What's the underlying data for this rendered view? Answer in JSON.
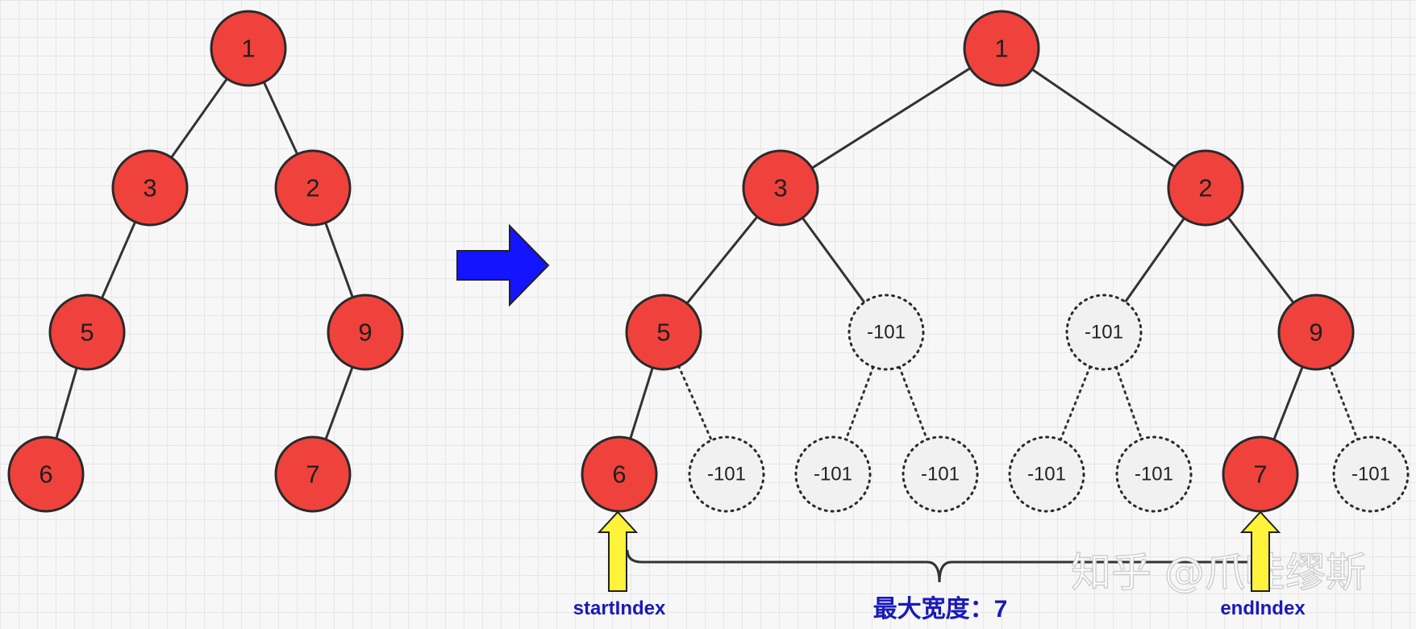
{
  "colors": {
    "node_fill": "#f0423c",
    "null_fill": "#f1f1f1",
    "edge": "#333333",
    "arrow": "#1414ff",
    "pointer": "#fff23a",
    "label": "#1a1ab8"
  },
  "left_tree": {
    "nodes": [
      {
        "id": "1",
        "label": "1"
      },
      {
        "id": "3",
        "label": "3"
      },
      {
        "id": "2",
        "label": "2"
      },
      {
        "id": "5",
        "label": "5"
      },
      {
        "id": "9",
        "label": "9"
      },
      {
        "id": "6",
        "label": "6"
      },
      {
        "id": "7",
        "label": "7"
      }
    ],
    "edges": [
      [
        "1",
        "3"
      ],
      [
        "1",
        "2"
      ],
      [
        "3",
        "5"
      ],
      [
        "2",
        "9"
      ],
      [
        "5",
        "6"
      ],
      [
        "9",
        "7"
      ]
    ]
  },
  "transform_arrow": {
    "icon": "right-arrow-icon"
  },
  "right_tree": {
    "nodes": [
      {
        "id": "r1",
        "label": "1",
        "null": false
      },
      {
        "id": "r3",
        "label": "3",
        "null": false
      },
      {
        "id": "r2",
        "label": "2",
        "null": false
      },
      {
        "id": "r5",
        "label": "5",
        "null": false
      },
      {
        "id": "rn1",
        "label": "-101",
        "null": true
      },
      {
        "id": "rn2",
        "label": "-101",
        "null": true
      },
      {
        "id": "r9",
        "label": "9",
        "null": false
      },
      {
        "id": "r6",
        "label": "6",
        "null": false
      },
      {
        "id": "rn3",
        "label": "-101",
        "null": true
      },
      {
        "id": "rn4",
        "label": "-101",
        "null": true
      },
      {
        "id": "rn5",
        "label": "-101",
        "null": true
      },
      {
        "id": "rn6",
        "label": "-101",
        "null": true
      },
      {
        "id": "rn7",
        "label": "-101",
        "null": true
      },
      {
        "id": "r7",
        "label": "7",
        "null": false
      },
      {
        "id": "rn8",
        "label": "-101",
        "null": true
      }
    ],
    "edges": [
      [
        "r1",
        "r3",
        false
      ],
      [
        "r1",
        "r2",
        false
      ],
      [
        "r3",
        "r5",
        false
      ],
      [
        "r3",
        "rn1",
        false
      ],
      [
        "r2",
        "rn2",
        false
      ],
      [
        "r2",
        "r9",
        false
      ],
      [
        "r5",
        "r6",
        false
      ],
      [
        "r5",
        "rn3",
        true
      ],
      [
        "rn1",
        "rn4",
        true
      ],
      [
        "rn1",
        "rn5",
        true
      ],
      [
        "rn2",
        "rn6",
        true
      ],
      [
        "rn2",
        "rn7",
        true
      ],
      [
        "r9",
        "r7",
        false
      ],
      [
        "r9",
        "rn8",
        true
      ]
    ]
  },
  "labels": {
    "start": "startIndex",
    "end": "endIndex",
    "width": "最大宽度：7"
  },
  "watermark": "知乎 @爪哇缪斯"
}
